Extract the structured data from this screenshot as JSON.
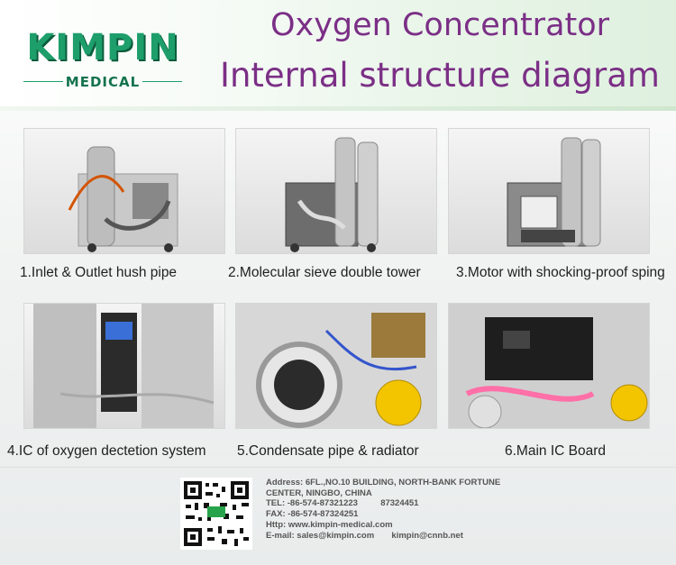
{
  "brand": {
    "logo_main": "KIMPIN",
    "logo_sub": "MEDICAL"
  },
  "title": {
    "line1": "Oxygen Concentrator",
    "line2": "Internal structure diagram"
  },
  "panels": [
    {
      "caption": "1.Inlet & Outlet hush pipe"
    },
    {
      "caption": "2.Molecular sieve double tower"
    },
    {
      "caption": "3.Motor with shocking-proof sping"
    },
    {
      "caption": "4.IC of oxygen dectetion system"
    },
    {
      "caption": "5.Condensate pipe & radiator"
    },
    {
      "caption": "6.Main IC Board"
    }
  ],
  "contact": {
    "address1": "Address: 6FL.,NO.10 BUILDING, NORTH-BANK FORTUNE",
    "address2": "CENTER, NINGBO, CHINA",
    "tel": "TEL: -86-574-87321223",
    "tel2": "87324451",
    "fax": "FAX: -86-574-87324251",
    "http": "Http: www.kimpin-medical.com",
    "email": "E-mail: sales@kimpin.com",
    "email2": "kimpin@cnnb.net"
  },
  "colors": {
    "brand_green": "#1d9e6b",
    "title_purple": "#7b2f86"
  }
}
